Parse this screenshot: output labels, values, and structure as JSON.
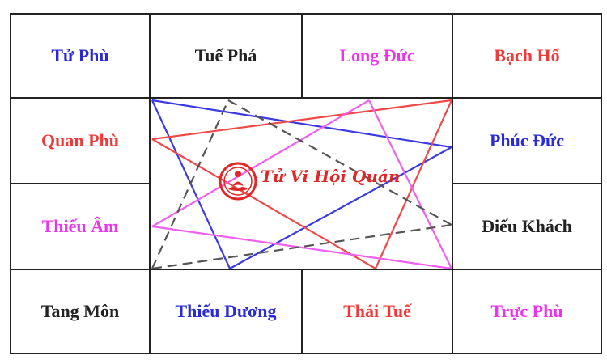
{
  "cells": {
    "tu_phu": {
      "label": "Tử Phù",
      "color": "#2b2bd6"
    },
    "tue_pha": {
      "label": "Tuế Phá",
      "color": "#222222"
    },
    "long_duc": {
      "label": "Long Đức",
      "color": "#ee33ee"
    },
    "bach_ho": {
      "label": "Bạch Hổ",
      "color": "#f03a3a"
    },
    "quan_phu": {
      "label": "Quan Phù",
      "color": "#f03a3a"
    },
    "phuc_duc": {
      "label": "Phúc Đức",
      "color": "#2b2bd6"
    },
    "thieu_am": {
      "label": "Thiếu Âm",
      "color": "#ee33ee"
    },
    "dieu_khach": {
      "label": "Điếu Khách",
      "color": "#222222"
    },
    "tang_mon": {
      "label": "Tang Môn",
      "color": "#222222"
    },
    "thieu_duong": {
      "label": "Thiếu Dương",
      "color": "#2b2bd6"
    },
    "thai_tue": {
      "label": "Thái Tuế",
      "color": "#f03a3a"
    },
    "truc_phu": {
      "label": "Trực Phù",
      "color": "#ee33ee"
    }
  },
  "watermark": {
    "text": "Tử Vi Hội Quán",
    "color": "#e02626",
    "icon": "lotus-buddha-icon"
  },
  "line_colors": {
    "blue": "#3a3ae0",
    "red": "#f04848",
    "magenta": "#f060f0",
    "black_dashed": "#555555"
  }
}
